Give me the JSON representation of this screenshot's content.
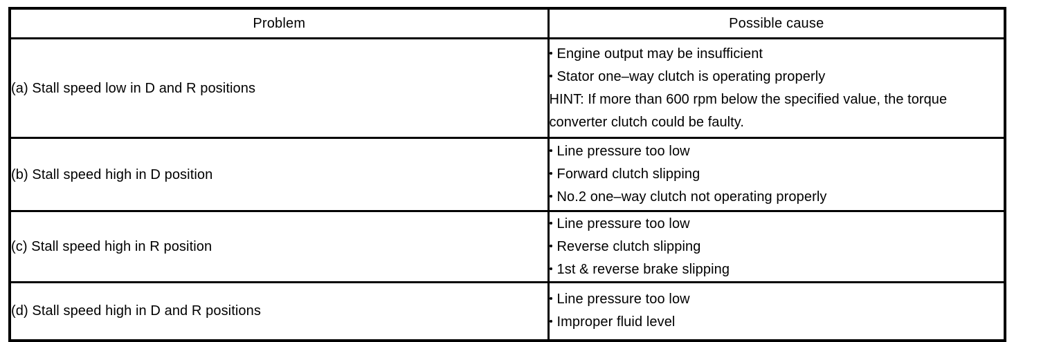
{
  "table": {
    "headers": {
      "problem": "Problem",
      "cause": "Possible cause"
    },
    "rows": [
      {
        "problem": "(a) Stall speed low in D and R positions",
        "causes": [
          {
            "type": "bullet",
            "text": "Engine output may be insufficient"
          },
          {
            "type": "bullet",
            "text": "Stator one–way clutch is operating properly"
          },
          {
            "type": "plain",
            "text": "HINT: If more than 600 rpm below the specified value, the torque"
          },
          {
            "type": "plain",
            "text": "converter clutch could be faulty."
          }
        ]
      },
      {
        "problem": "(b) Stall speed high in D position",
        "causes": [
          {
            "type": "bullet",
            "text": "Line pressure too low"
          },
          {
            "type": "bullet",
            "text": "Forward clutch slipping"
          },
          {
            "type": "bullet",
            "text": "No.2 one–way clutch not operating properly"
          }
        ]
      },
      {
        "problem": "(c) Stall speed high in R position",
        "causes": [
          {
            "type": "bullet",
            "text": "Line pressure too low"
          },
          {
            "type": "bullet",
            "text": "Reverse clutch slipping"
          },
          {
            "type": "bullet",
            "text": "1st & reverse brake slipping"
          }
        ]
      },
      {
        "problem": "(d) Stall speed high in D and R positions",
        "causes": [
          {
            "type": "bullet",
            "text": "Line pressure too low"
          },
          {
            "type": "bullet",
            "text": "Improper fluid level"
          }
        ]
      }
    ]
  },
  "colors": {
    "ink": "#000000",
    "paper": "#ffffff"
  }
}
